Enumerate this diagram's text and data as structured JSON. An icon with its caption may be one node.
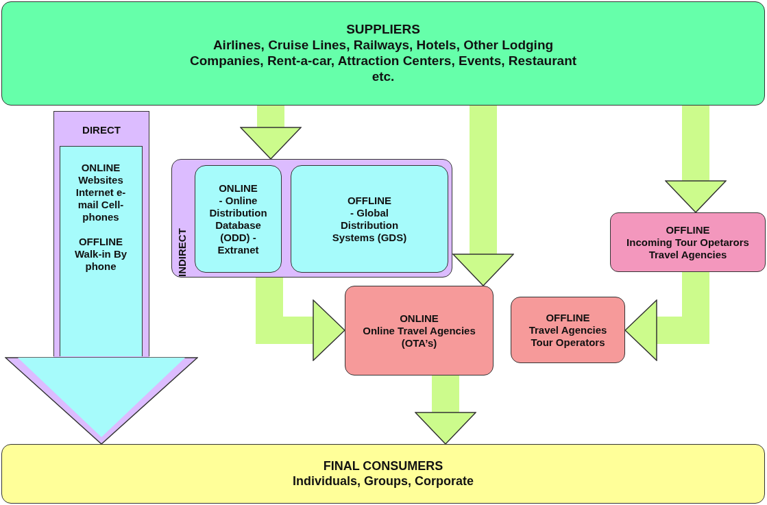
{
  "diagram": {
    "nodes": [
      {
        "text": [
          "SUPPLIERS",
          "Airlines, Cruise Lines, Railways, Hotels, Other Lodging Companies, Rent-a-car, Attraction Centers, Events, Restaurant etc."
        ]
      },
      {
        "text": [
          "DIRECT"
        ]
      },
      {
        "text": [
          "ONLINE",
          "Websites Internet e-mail Cell-phones",
          "OFFLINE",
          "Walk-in By phone"
        ],
        "in": 1
      },
      {
        "text": [
          "INDIRECT"
        ]
      },
      {
        "text": [
          "ONLINE",
          "- Online Distribution Database (ODD) - Extranet"
        ],
        "in": 3
      },
      {
        "text": [
          "OFFLINE",
          "- Global Distribution Systems (GDS)"
        ],
        "in": 3
      },
      {
        "text": [
          "OFFLINE",
          "Incoming Tour Opetarors Travel Agencies"
        ]
      },
      {
        "text": [
          "ONLINE",
          "Online Travel Agencies (OTA’s)"
        ]
      },
      {
        "text": [
          "OFFLINE",
          "Travel Agencies Tour Operators"
        ]
      },
      {
        "text": [
          "FINAL CONSUMERS",
          "Individuals, Groups, Corporate"
        ]
      }
    ],
    "edges": [
      {
        "from": 0,
        "to": 3,
        "arrow": "to"
      },
      {
        "from": 0,
        "to": 7,
        "arrow": "to"
      },
      {
        "from": 0,
        "to": 6,
        "arrow": "to"
      },
      {
        "from": 3,
        "to": 7,
        "arrow": "to"
      },
      {
        "from": 6,
        "to": 8,
        "arrow": "to"
      },
      {
        "from": 7,
        "to": 9,
        "arrow": "to"
      },
      {
        "from": 1,
        "to": 9,
        "arrow": "to",
        "style": "thick",
        "color": "#dcbcff"
      }
    ]
  }
}
